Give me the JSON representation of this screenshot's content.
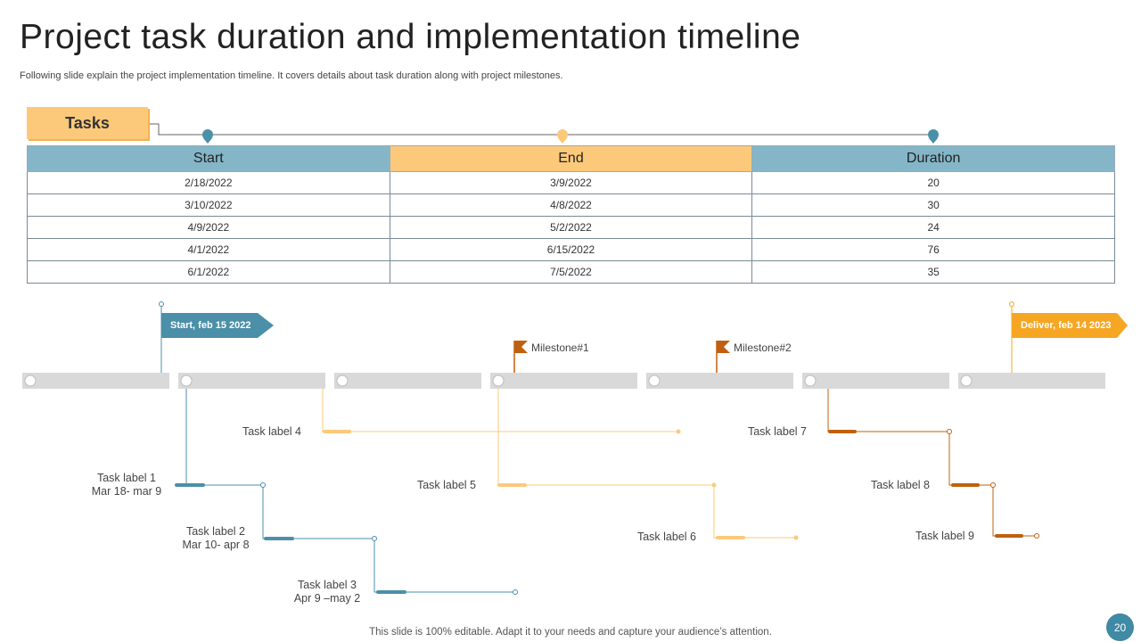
{
  "header": {
    "title": "Project task duration and implementation timeline",
    "subtitle": "Following slide explain the project implementation timeline. It covers details about task duration along with project milestones."
  },
  "tasks_tag": "Tasks",
  "table": {
    "headers": [
      "Start",
      "End",
      "Duration"
    ],
    "rows": [
      [
        "2/18/2022",
        "3/9/2022",
        "20"
      ],
      [
        "3/10/2022",
        "4/8/2022",
        "30"
      ],
      [
        "4/9/2022",
        "5/2/2022",
        "24"
      ],
      [
        "4/1/2022",
        "6/15/2022",
        "76"
      ],
      [
        "6/1/2022",
        "7/5/2022",
        "35"
      ]
    ]
  },
  "timeline": {
    "start_label": "Start, feb 15 2022",
    "deliver_label": "Deliver, feb 14 2023",
    "milestones": [
      "Milestone#1",
      "Milestone#2"
    ],
    "tasks": [
      {
        "label": "Task label 1",
        "dates": "Mar 18- mar 9"
      },
      {
        "label": "Task label 2",
        "dates": "Mar 10- apr 8"
      },
      {
        "label": "Task label 3",
        "dates": "Apr 9 –may 2"
      },
      {
        "label": "Task label 4",
        "dates": ""
      },
      {
        "label": "Task label 5",
        "dates": ""
      },
      {
        "label": "Task label 6",
        "dates": ""
      },
      {
        "label": "Task label 7",
        "dates": ""
      },
      {
        "label": "Task label 8",
        "dates": ""
      },
      {
        "label": "Task label 9",
        "dates": ""
      }
    ]
  },
  "footer": "This slide is 100% editable. Adapt it to your needs and capture your audience’s attention.",
  "page_number": "20",
  "colors": {
    "teal": "#4b8fa8",
    "light_teal": "#84b6c8",
    "peach": "#fcc97b",
    "orange": "#f6a623",
    "rust": "#c0600f"
  }
}
